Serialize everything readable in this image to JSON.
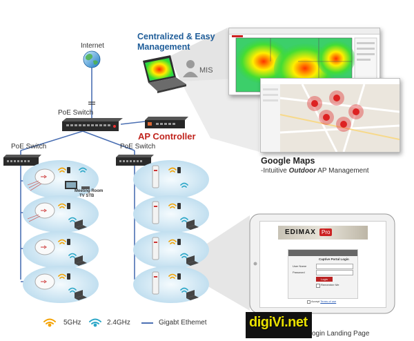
{
  "labels": {
    "internet": "Internet",
    "centralized": "Centralized & Easy Management",
    "mis": "MIS",
    "poe_switch_top": "PoE Switch",
    "poe_switch_left": "PoE Switch",
    "poe_switch_right": "PoE Switch",
    "ap_controller": "AP Controller",
    "google_maps": "Google Maps",
    "google_sub_pre": "-Intuitive ",
    "google_sub_em": "Outdoor",
    "google_sub_post": " AP Management",
    "meeting_room": "Meeting Room",
    "tv_stb": "TV STB",
    "brand_logo": "EDIMAX",
    "brand_pro": "Pro",
    "portal_title": "Captive Portal Login",
    "portal_user": "User Name",
    "portal_pass": "Password",
    "portal_login": "Login",
    "portal_remember": "Remember Me",
    "portal_accept_pre": "Accept ",
    "portal_accept_link": "Terms of use",
    "watermark": "digiVi.net",
    "landing_caption": "ogin Landing Page",
    "legend_5g": "5GHz",
    "legend_24g": "2.4GHz",
    "legend_eth": "Gigabt Ethemet"
  },
  "colors": {
    "title_blue": "#1f5d99",
    "controller_red": "#c0231c",
    "wifi_orange": "#f4a200",
    "wifi_blue": "#2aa6c7",
    "ethernet_blue": "#4a6fb3",
    "bubble": "#cfe6f2"
  }
}
